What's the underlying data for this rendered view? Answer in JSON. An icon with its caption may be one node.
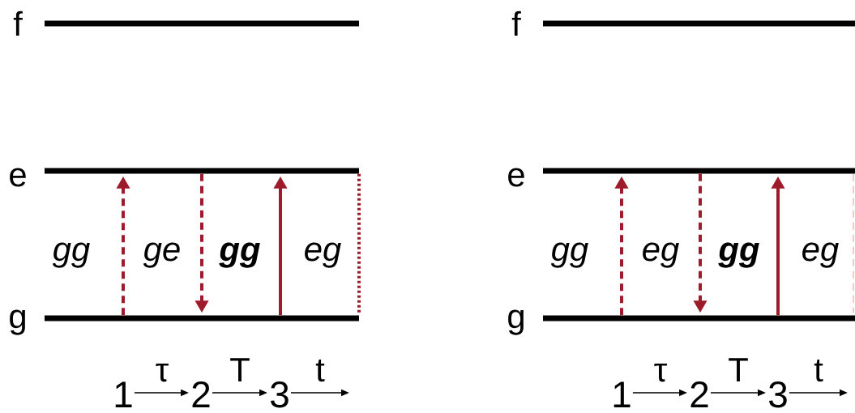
{
  "diagram": {
    "nodes": [
      {
        "text": [],
        "shape": "bar",
        "beside": [
          "f"
        ]
      },
      {
        "text": [],
        "shape": "bar",
        "beside": [
          "e"
        ]
      },
      {
        "text": [],
        "shape": "bar",
        "beside": [
          "g"
        ]
      },
      {
        "text": [
          "1"
        ]
      },
      {
        "text": [
          "2"
        ]
      },
      {
        "text": [
          "3"
        ]
      },
      {
        "text": [],
        "shape": "bar",
        "beside": [
          "f"
        ]
      },
      {
        "text": [],
        "shape": "bar",
        "beside": [
          "e"
        ]
      },
      {
        "text": [],
        "shape": "bar",
        "beside": [
          "g"
        ]
      },
      {
        "text": [
          "1"
        ]
      },
      {
        "text": [
          "2"
        ]
      },
      {
        "text": [
          "3"
        ]
      }
    ],
    "edges": [
      {
        "from": 2,
        "to": 1,
        "arrow": "to",
        "style": "dashed"
      },
      {
        "from": 1,
        "to": 2,
        "arrow": "to",
        "style": "dashed"
      },
      {
        "from": 2,
        "to": 1,
        "arrow": "to",
        "style": "thick"
      },
      {
        "from": 1,
        "to": 2,
        "arrow": "none",
        "style": "dashed"
      },
      {
        "from": 3,
        "to": 4,
        "arrow": "to",
        "label": "τ",
        "color": "#000000"
      },
      {
        "from": 4,
        "to": 5,
        "arrow": "to",
        "label": "T",
        "color": "#000000"
      },
      {
        "from": 5,
        "to": null,
        "arrow": "to",
        "label": "t",
        "color": "#000000"
      },
      {
        "from": 8,
        "to": 7,
        "arrow": "to",
        "style": "dashed"
      },
      {
        "from": 7,
        "to": 8,
        "arrow": "to",
        "style": "dashed"
      },
      {
        "from": 8,
        "to": 7,
        "arrow": "to",
        "style": "thick"
      },
      {
        "from": 7,
        "to": 8,
        "arrow": "none",
        "style": "dashed",
        "color": "#f4b6b6"
      },
      {
        "from": 9,
        "to": 10,
        "arrow": "to",
        "label": "τ",
        "color": "#000000"
      },
      {
        "from": 10,
        "to": 11,
        "arrow": "to",
        "label": "T",
        "color": "#000000"
      },
      {
        "from": 11,
        "to": null,
        "arrow": "to",
        "label": "t",
        "color": "#000000"
      }
    ],
    "labels": [
      "gg",
      "ge",
      "gg",
      "eg",
      "gg",
      "eg",
      "gg",
      "eg"
    ]
  }
}
